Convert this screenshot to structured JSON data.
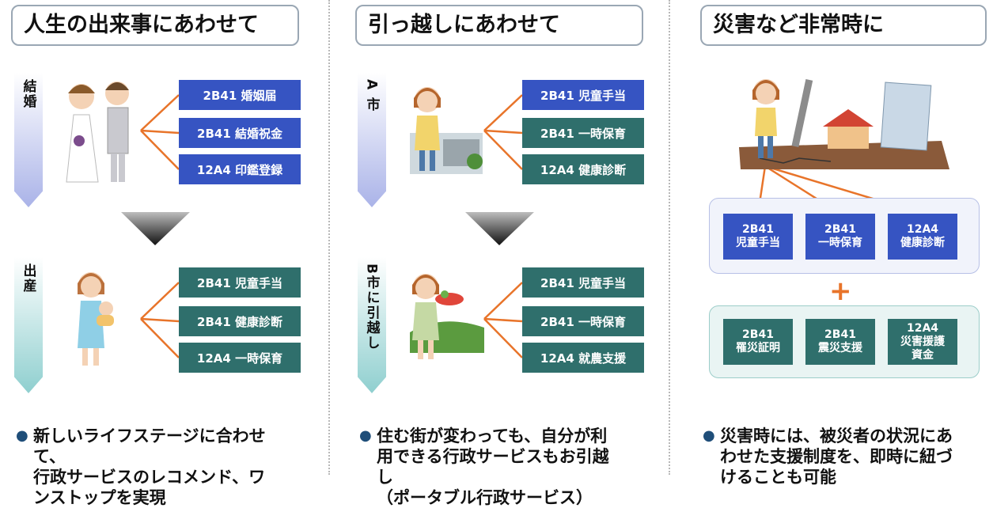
{
  "colors": {
    "blue": "#3654c2",
    "teal": "#2f6f6c",
    "orange": "#e8742a",
    "divider": "#b8b8b8",
    "lavender": "#aab3e8",
    "aqua": "#8fcfcf"
  },
  "columns": [
    {
      "title": "人生の出来事にあわせて",
      "stages": [
        {
          "label": "結婚",
          "tags": [
            "2B41 婚姻届",
            "2B41 結婚祝金",
            "12A4 印鑑登録"
          ]
        },
        {
          "label": "出産",
          "tags": [
            "2B41 児童手当",
            "2B41 健康診断",
            "12A4 一時保育"
          ]
        }
      ],
      "bullet": [
        "新しいライフステージに合わせ",
        "て、",
        "行政サービスのレコメンド、ワ",
        "ンストップを実現"
      ]
    },
    {
      "title": "引っ越しにあわせて",
      "stages": [
        {
          "label": "A 市",
          "tags": [
            "2B41 児童手当",
            "2B41 一時保育",
            "12A4 健康診断"
          ]
        },
        {
          "label": "B市に引越し",
          "tags": [
            "2B41 児童手当",
            "2B41 一時保育",
            "12A4 就農支援"
          ]
        }
      ],
      "bullet": [
        "住む街が変わっても、自分が利",
        "用できる行政サービスもお引越",
        "し",
        "（ポータブル行政サービス）"
      ]
    },
    {
      "title": "災害など非常時に",
      "group1": [
        {
          "code": "2B41",
          "name": "児童手当"
        },
        {
          "code": "2B41",
          "name": "一時保育"
        },
        {
          "code": "12A4",
          "name": "健康診断"
        }
      ],
      "plus": "+",
      "group2": [
        {
          "code": "2B41",
          "name": "罹災証明"
        },
        {
          "code": "2B41",
          "name": "震災支援"
        },
        {
          "code": "12A4",
          "name": "災害援護",
          "name2": "資金"
        }
      ],
      "bullet": [
        "災害時には、被災者の状況にあ",
        "わせた支援制度を、即時に紐づ",
        "けることも可能"
      ]
    }
  ]
}
